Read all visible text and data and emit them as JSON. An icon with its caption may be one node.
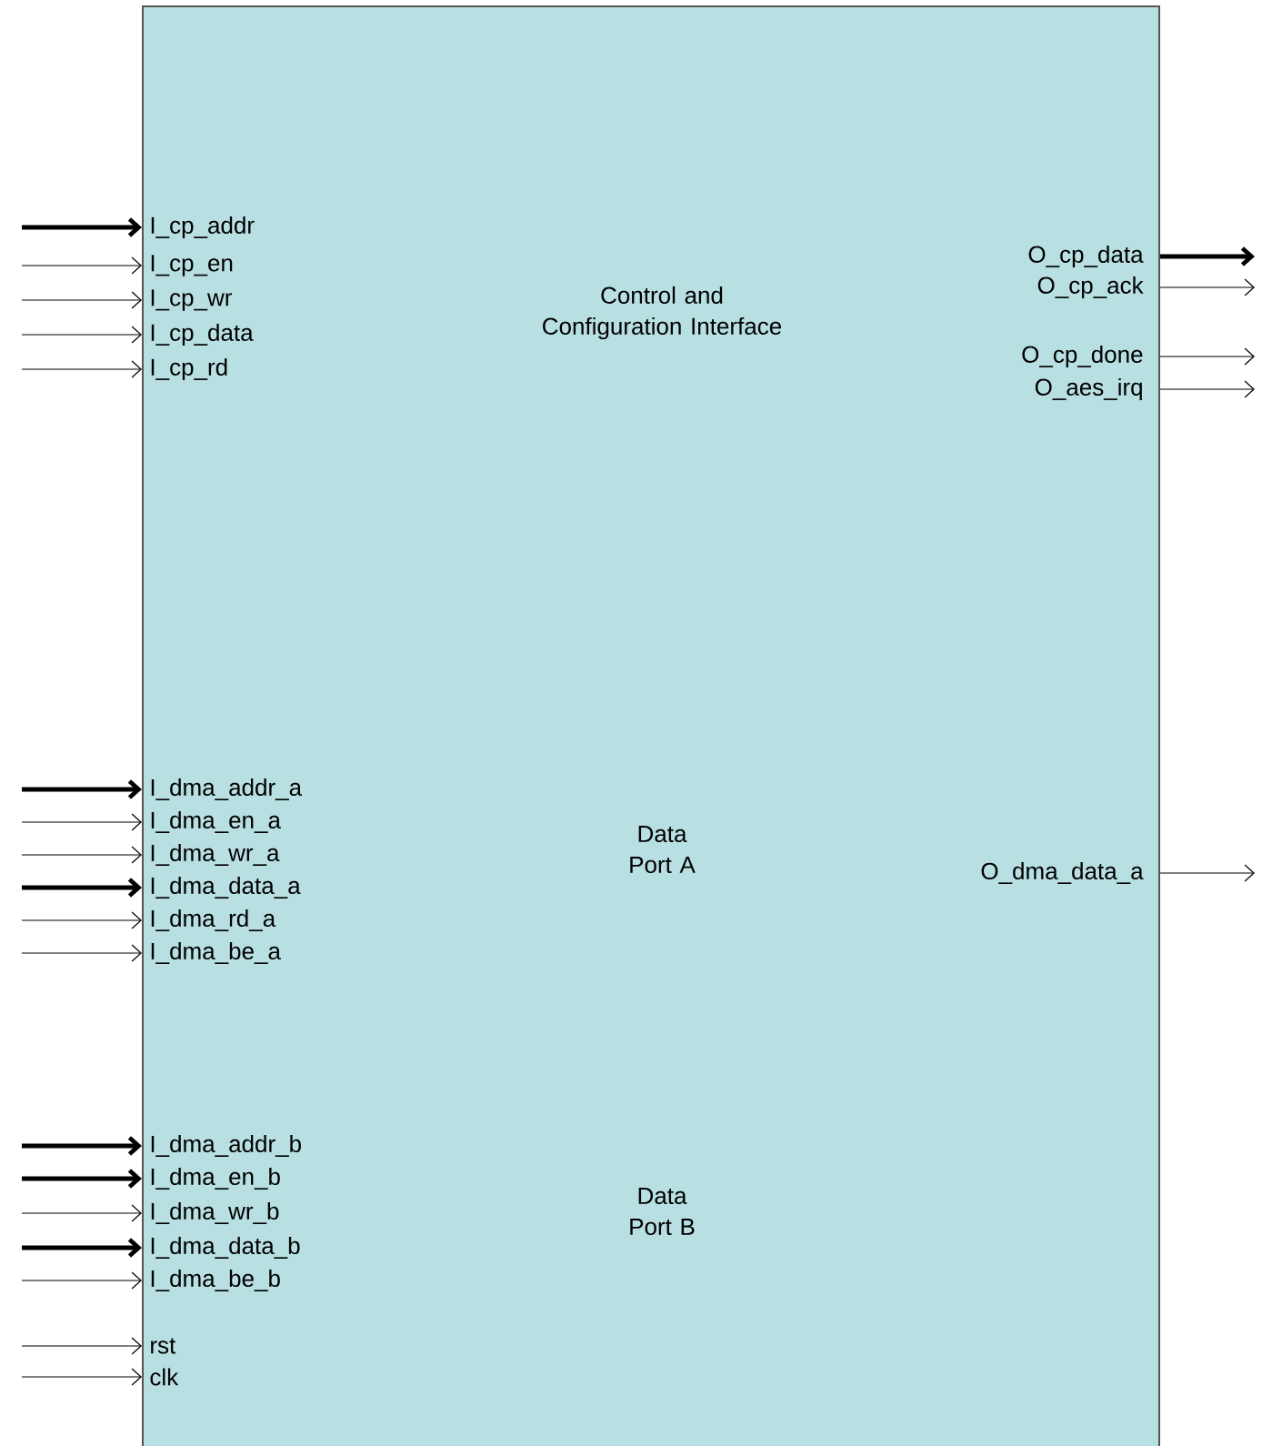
{
  "diagram": {
    "nodes": [
      {
        "text": [
          "Control and Configuration Interface",
          "Data Port A",
          "Data Port B"
        ]
      },
      {
        "text": [
          "I_cp_addr"
        ],
        "in": 0
      },
      {
        "text": [
          "I_cp_en"
        ],
        "in": 0
      },
      {
        "text": [
          "I_cp_wr"
        ],
        "in": 0
      },
      {
        "text": [
          "I_cp_data"
        ],
        "in": 0
      },
      {
        "text": [
          "I_cp_rd"
        ],
        "in": 0
      },
      {
        "text": [
          "O_cp_data"
        ],
        "in": 0
      },
      {
        "text": [
          "O_cp_ack"
        ],
        "in": 0
      },
      {
        "text": [
          "O_cp_done"
        ],
        "in": 0
      },
      {
        "text": [
          "O_aes_irq"
        ],
        "in": 0
      },
      {
        "text": [
          "I_dma_addr_a"
        ],
        "in": 0
      },
      {
        "text": [
          "I_dma_en_a"
        ],
        "in": 0
      },
      {
        "text": [
          "I_dma_wr_a"
        ],
        "in": 0
      },
      {
        "text": [
          "I_dma_data_a"
        ],
        "in": 0
      },
      {
        "text": [
          "I_dma_rd_a"
        ],
        "in": 0
      },
      {
        "text": [
          "I_dma_be_a"
        ],
        "in": 0
      },
      {
        "text": [
          "O_dma_data_a"
        ],
        "in": 0
      },
      {
        "text": [
          "I_dma_addr_b"
        ],
        "in": 0
      },
      {
        "text": [
          "I_dma_en_b"
        ],
        "in": 0
      },
      {
        "text": [
          "I_dma_wr_b"
        ],
        "in": 0
      },
      {
        "text": [
          "I_dma_data_b"
        ],
        "in": 0
      },
      {
        "text": [
          "I_dma_be_b"
        ],
        "in": 0
      },
      {
        "text": [
          "rst"
        ],
        "in": 0
      },
      {
        "text": [
          "clk"
        ],
        "in": 0
      }
    ],
    "edges": [
      {
        "from": null,
        "to": 1,
        "arrow": "to",
        "style": "thick"
      },
      {
        "from": null,
        "to": 2,
        "arrow": "to"
      },
      {
        "from": null,
        "to": 3,
        "arrow": "to"
      },
      {
        "from": null,
        "to": 4,
        "arrow": "to"
      },
      {
        "from": null,
        "to": 5,
        "arrow": "to"
      },
      {
        "from": 6,
        "to": null,
        "arrow": "to",
        "style": "thick"
      },
      {
        "from": 7,
        "to": null,
        "arrow": "to"
      },
      {
        "from": 8,
        "to": null,
        "arrow": "to"
      },
      {
        "from": 9,
        "to": null,
        "arrow": "to"
      },
      {
        "from": null,
        "to": 10,
        "arrow": "to",
        "style": "thick"
      },
      {
        "from": null,
        "to": 11,
        "arrow": "to"
      },
      {
        "from": null,
        "to": 12,
        "arrow": "to"
      },
      {
        "from": null,
        "to": 13,
        "arrow": "to",
        "style": "thick"
      },
      {
        "from": null,
        "to": 14,
        "arrow": "to"
      },
      {
        "from": null,
        "to": 15,
        "arrow": "to"
      },
      {
        "from": 16,
        "to": null,
        "arrow": "to"
      },
      {
        "from": null,
        "to": 17,
        "arrow": "to",
        "style": "thick"
      },
      {
        "from": null,
        "to": 18,
        "arrow": "to",
        "style": "thick"
      },
      {
        "from": null,
        "to": 19,
        "arrow": "to"
      },
      {
        "from": null,
        "to": 20,
        "arrow": "to",
        "style": "thick"
      },
      {
        "from": null,
        "to": 21,
        "arrow": "to"
      },
      {
        "from": null,
        "to": 22,
        "arrow": "to"
      },
      {
        "from": null,
        "to": 23,
        "arrow": "to"
      }
    ]
  }
}
